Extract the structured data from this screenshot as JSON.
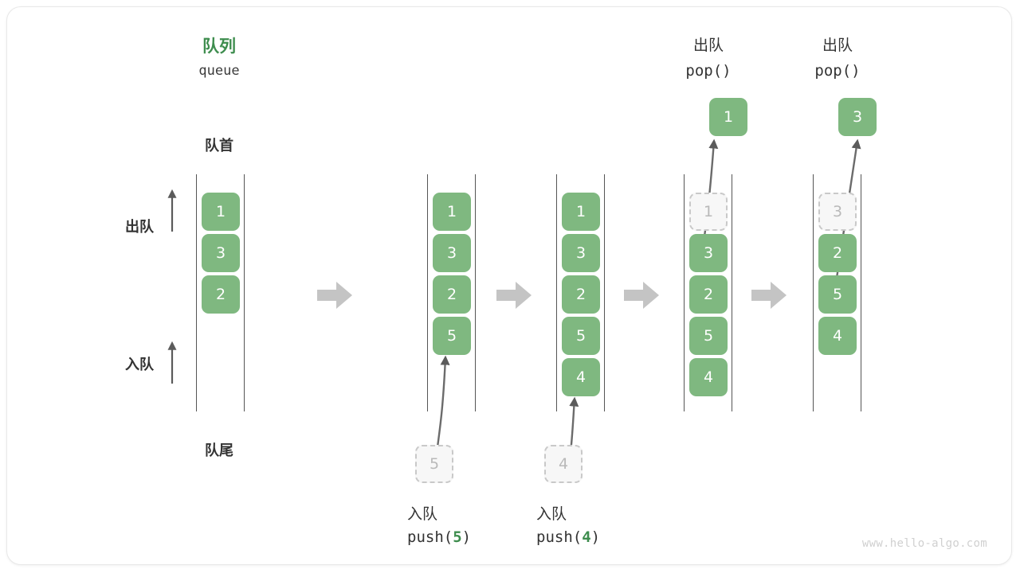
{
  "diagram": {
    "title_cn": "队列",
    "title_code": "queue",
    "front_label": "队首",
    "rear_label": "队尾",
    "dequeue_label": "出队",
    "enqueue_label": "入队",
    "watermark": "www.hello-algo.com",
    "accent_green": "#3e8d4e",
    "cell_green": "#7fb880",
    "ghost_gray": "#c9c9c9",
    "arrow_gray": "#c4c4c4",
    "rail_gray": "#555555"
  },
  "columns": [
    {
      "id": "initial",
      "head_cn": "",
      "head_code": "",
      "cells": [
        {
          "value": "1",
          "state": "filled"
        },
        {
          "value": "3",
          "state": "filled"
        },
        {
          "value": "2",
          "state": "filled"
        }
      ],
      "incoming": null,
      "outgoing": null,
      "caption_cn": "",
      "caption_code": "",
      "caption_num": ""
    },
    {
      "id": "push-5",
      "head_cn": "",
      "head_code": "",
      "cells": [
        {
          "value": "1",
          "state": "filled"
        },
        {
          "value": "3",
          "state": "filled"
        },
        {
          "value": "2",
          "state": "filled"
        },
        {
          "value": "5",
          "state": "filled"
        }
      ],
      "incoming": {
        "value": "5",
        "state": "ghost"
      },
      "outgoing": null,
      "caption_cn": "入队",
      "caption_code_prefix": "push(",
      "caption_num": "5",
      "caption_code_suffix": ")"
    },
    {
      "id": "push-4",
      "head_cn": "",
      "head_code": "",
      "cells": [
        {
          "value": "1",
          "state": "filled"
        },
        {
          "value": "3",
          "state": "filled"
        },
        {
          "value": "2",
          "state": "filled"
        },
        {
          "value": "5",
          "state": "filled"
        },
        {
          "value": "4",
          "state": "filled"
        }
      ],
      "incoming": {
        "value": "4",
        "state": "ghost"
      },
      "outgoing": null,
      "caption_cn": "入队",
      "caption_code_prefix": "push(",
      "caption_num": "4",
      "caption_code_suffix": ")"
    },
    {
      "id": "pop-1",
      "head_cn": "出队",
      "head_code": "pop()",
      "cells": [
        {
          "value": "1",
          "state": "ghost"
        },
        {
          "value": "3",
          "state": "filled"
        },
        {
          "value": "2",
          "state": "filled"
        },
        {
          "value": "5",
          "state": "filled"
        },
        {
          "value": "4",
          "state": "filled"
        }
      ],
      "outgoing": {
        "value": "1",
        "state": "filled"
      },
      "incoming": null,
      "caption_cn": "",
      "caption_code": "",
      "caption_num": ""
    },
    {
      "id": "pop-3",
      "head_cn": "出队",
      "head_code": "pop()",
      "cells": [
        {
          "value": "3",
          "state": "ghost"
        },
        {
          "value": "2",
          "state": "filled"
        },
        {
          "value": "5",
          "state": "filled"
        },
        {
          "value": "4",
          "state": "filled"
        }
      ],
      "outgoing": {
        "value": "3",
        "state": "filled"
      },
      "incoming": null,
      "caption_cn": "",
      "caption_code": "",
      "caption_num": ""
    }
  ],
  "step_arrows": 4
}
